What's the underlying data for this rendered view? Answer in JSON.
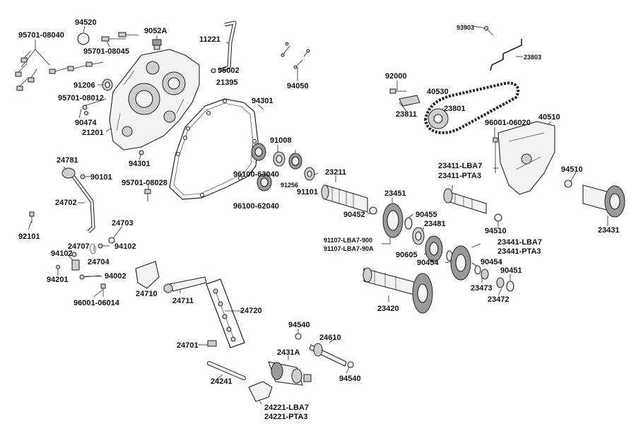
{
  "labels": {
    "p94520": "94520",
    "p95701_08040": "95701-08040",
    "p95701_08045": "95701-08045",
    "p9052A": "9052A",
    "p11221": "11221",
    "p95002": "95002",
    "p21395": "21395",
    "p94050": "94050",
    "p93903": "93903",
    "p23803": "23803",
    "p92000": "92000",
    "p40530": "40530",
    "p23801": "23801",
    "p23811": "23811",
    "p40510": "40510",
    "p96001_06020": "96001-06020",
    "p91206": "91206",
    "p95701_08012": "95701-08012",
    "p90474": "90474",
    "p21201": "21201",
    "p94301a": "94301",
    "p94301b": "94301",
    "p91008": "91008",
    "p96100_63040": "96100-63040",
    "p91256": "91256",
    "p91101": "91101",
    "p96100_62040": "96100-62040",
    "p23211": "23211",
    "p23411_lba7": "23411-LBA7",
    "p23411_pta3": "23411-PTA3",
    "p94510a": "94510",
    "p94510b": "94510",
    "p23431": "23431",
    "p24781": "24781",
    "p90101": "90101",
    "p24702": "24702",
    "p95701_08028": "95701-08028",
    "p92101": "92101",
    "p24703": "24703",
    "p24707": "24707",
    "p94102a": "94102",
    "p94102b": "94102",
    "p24704": "24704",
    "p94201": "94201",
    "p94002": "94002",
    "p96001_06014": "96001-06014",
    "p24710": "24710",
    "p24711": "24711",
    "p24720": "24720",
    "p23451": "23451",
    "p90452": "90452",
    "p90455": "90455",
    "p23481": "23481",
    "p91107_900": "91107-LBA7-900",
    "p91107_90A": "91107-LBA7-90A",
    "p90605": "90605",
    "p90454a": "90454",
    "p90454b": "90454",
    "p23441_lba7": "23441-LBA7",
    "p23441_pta3": "23441-PTA3",
    "p90451": "90451",
    "p23473": "23473",
    "p23472": "23472",
    "p23420": "23420",
    "p94540a": "94540",
    "p94540b": "94540",
    "p24610": "24610",
    "p24701": "24701",
    "p2431A": "2431A",
    "p24241": "24241",
    "p24221_lba7": "24221-LBA7",
    "p24221_pta3": "24221-PTA3"
  }
}
